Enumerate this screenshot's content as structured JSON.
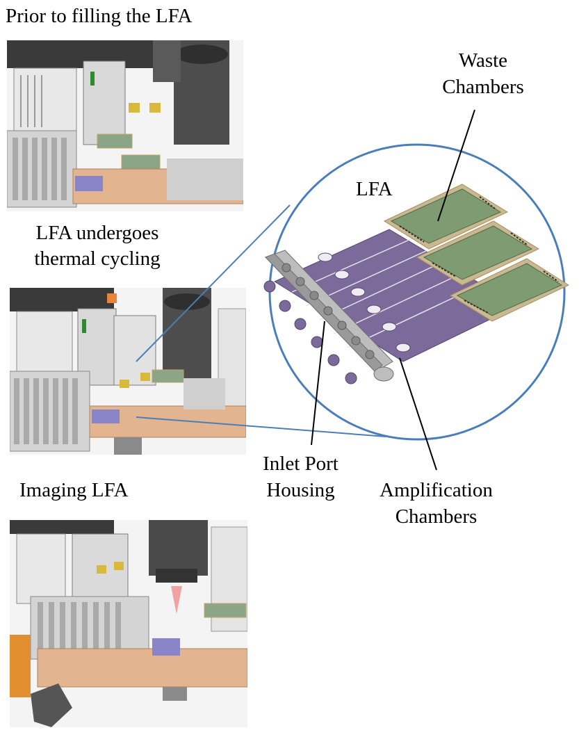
{
  "captions": {
    "step1": "Prior to filling the LFA",
    "step2_line1": "LFA undergoes",
    "step2_line2": "thermal cycling",
    "step3": "Imaging LFA"
  },
  "callouts": {
    "lfa": "LFA",
    "waste_line1": "Waste",
    "waste_line2": "Chambers",
    "inlet_line1": "Inlet Port",
    "inlet_line2": "Housing",
    "amp_line1": "Amplification",
    "amp_line2": "Chambers"
  },
  "colors": {
    "zoom_circle": "#4a7ebb",
    "strip": "#7b6a9a",
    "chamber_glass": "#c9b892",
    "chamber_fill": "#7f9b72",
    "copper_base": "#e2b48f",
    "block_yellow": "#d8b93c"
  }
}
